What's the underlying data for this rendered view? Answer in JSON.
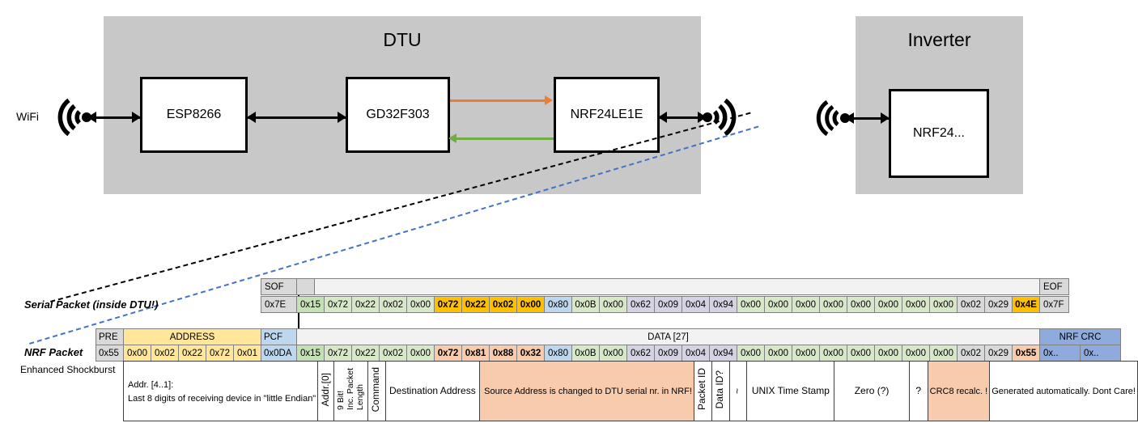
{
  "diagram": {
    "dtu": {
      "title": "DTU",
      "chips": [
        "ESP8266",
        "GD32F303",
        "NRF24LE1E"
      ],
      "wifi_label": "WiFi",
      "orange_arrow": "tx-to-nrf",
      "green_arrow": "rx-from-nrf"
    },
    "inverter": {
      "title": "Inverter",
      "chips": [
        "NRF24..."
      ]
    }
  },
  "serial_packet": {
    "label": "Serial Packet (inside DTU!)",
    "sof_header": "SOF",
    "eof_header": "EOF",
    "sof_value": "0x7E",
    "eof_value": "0x7F",
    "bytes": [
      {
        "v": "0x15",
        "c": "c-green"
      },
      {
        "v": "0x72",
        "c": "c-green2"
      },
      {
        "v": "0x22",
        "c": "c-green2"
      },
      {
        "v": "0x02",
        "c": "c-green2"
      },
      {
        "v": "0x00",
        "c": "c-green2"
      },
      {
        "v": "0x72",
        "c": "c-gold"
      },
      {
        "v": "0x22",
        "c": "c-gold"
      },
      {
        "v": "0x02",
        "c": "c-gold"
      },
      {
        "v": "0x00",
        "c": "c-gold"
      },
      {
        "v": "0x80",
        "c": "c-blue"
      },
      {
        "v": "0x0B",
        "c": "c-green2"
      },
      {
        "v": "0x00",
        "c": "c-green2"
      },
      {
        "v": "0x62",
        "c": "c-lav"
      },
      {
        "v": "0x09",
        "c": "c-lav"
      },
      {
        "v": "0x04",
        "c": "c-lav"
      },
      {
        "v": "0x94",
        "c": "c-lav"
      },
      {
        "v": "0x00",
        "c": "c-green2"
      },
      {
        "v": "0x00",
        "c": "c-green2"
      },
      {
        "v": "0x00",
        "c": "c-green2"
      },
      {
        "v": "0x00",
        "c": "c-green2"
      },
      {
        "v": "0x00",
        "c": "c-green2"
      },
      {
        "v": "0x00",
        "c": "c-green2"
      },
      {
        "v": "0x00",
        "c": "c-green2"
      },
      {
        "v": "0x00",
        "c": "c-green2"
      },
      {
        "v": "0x02",
        "c": "c-gray"
      },
      {
        "v": "0x29",
        "c": "c-gray"
      },
      {
        "v": "0x4E",
        "c": "c-gold"
      }
    ]
  },
  "nrf_packet": {
    "label": "NRF Packet",
    "sublabel": "Enhanced Shockburst",
    "headers": {
      "pre": "PRE",
      "address": "ADDRESS",
      "pcf": "PCF",
      "data": "DATA [27]",
      "crc": "NRF CRC"
    },
    "pre_value": "0x55",
    "address_values": [
      "0x00",
      "0x02",
      "0x22",
      "0x72",
      "0x01"
    ],
    "pcf_value": "0x0DA",
    "bytes": [
      {
        "v": "0x15",
        "c": "c-green"
      },
      {
        "v": "0x72",
        "c": "c-green2"
      },
      {
        "v": "0x22",
        "c": "c-green2"
      },
      {
        "v": "0x02",
        "c": "c-green2"
      },
      {
        "v": "0x00",
        "c": "c-green2"
      },
      {
        "v": "0x72",
        "c": "c-salmon"
      },
      {
        "v": "0x81",
        "c": "c-salmon"
      },
      {
        "v": "0x88",
        "c": "c-salmon"
      },
      {
        "v": "0x32",
        "c": "c-salmon"
      },
      {
        "v": "0x80",
        "c": "c-blue"
      },
      {
        "v": "0x0B",
        "c": "c-green2"
      },
      {
        "v": "0x00",
        "c": "c-green2"
      },
      {
        "v": "0x62",
        "c": "c-lav"
      },
      {
        "v": "0x09",
        "c": "c-lav"
      },
      {
        "v": "0x04",
        "c": "c-lav"
      },
      {
        "v": "0x94",
        "c": "c-lav"
      },
      {
        "v": "0x00",
        "c": "c-green2"
      },
      {
        "v": "0x00",
        "c": "c-green2"
      },
      {
        "v": "0x00",
        "c": "c-green2"
      },
      {
        "v": "0x00",
        "c": "c-green2"
      },
      {
        "v": "0x00",
        "c": "c-green2"
      },
      {
        "v": "0x00",
        "c": "c-green2"
      },
      {
        "v": "0x00",
        "c": "c-green2"
      },
      {
        "v": "0x00",
        "c": "c-green2"
      },
      {
        "v": "0x02",
        "c": "c-gray"
      },
      {
        "v": "0x29",
        "c": "c-gray"
      },
      {
        "v": "0x55",
        "c": "c-salmon"
      }
    ],
    "crc_values": [
      "0x..",
      "0x.."
    ]
  },
  "annotations": {
    "address_note": "Addr. [4..1]:\nLast 8 digits of receiving device in \"little Endian\"",
    "addr0": "Addr.[0]",
    "pcf_note_top": "9 Bit!",
    "pcf_note_mid": "Inc. Packet",
    "pcf_note_bot": "Length",
    "command": "Command",
    "destination_address": "Destination Address",
    "source_note": "Source Address is changed to DTU serial nr. in NRF!",
    "packet_id": "Packet ID",
    "data_id": "Data ID?",
    "tilde": "~",
    "unix_time": "UNIX Time Stamp",
    "zero": "Zero (?)",
    "question": "?",
    "crc8": "CRC8 recalc. !",
    "crc_note": "Generated automatically. Dont Care!"
  },
  "colors": {
    "enclosure": "#c8c8c8",
    "orange_arrow": "#ED7D31",
    "green_arrow": "#70AD47",
    "address_yellow": "#ffe699",
    "pcf_blue": "#bdd7ee",
    "nrf_crc_blue": "#8faadc",
    "salmon": "#f8cbad",
    "gold": "#ffc000",
    "green": "#c5e0b4",
    "lavender": "#d5d2e3"
  }
}
